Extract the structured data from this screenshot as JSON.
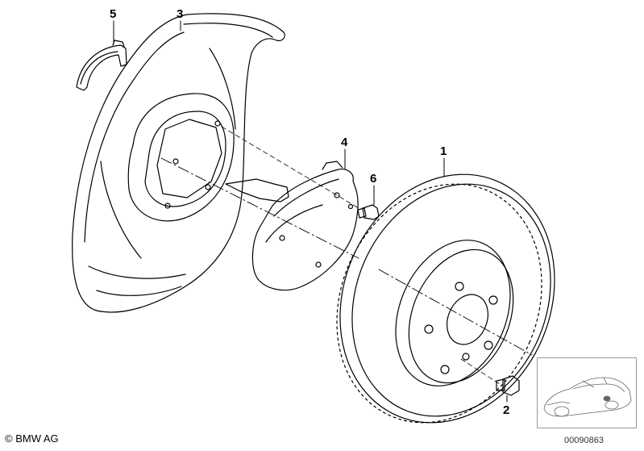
{
  "callouts": {
    "c1": "1",
    "c2": "2",
    "c3": "3",
    "c4": "4",
    "c5": "5",
    "c6": "6"
  },
  "footer": {
    "copyright": "© BMW AG",
    "document_number": "00090863"
  },
  "colors": {
    "line": "#000000",
    "background": "#ffffff",
    "thumbnail_border": "#999999"
  }
}
